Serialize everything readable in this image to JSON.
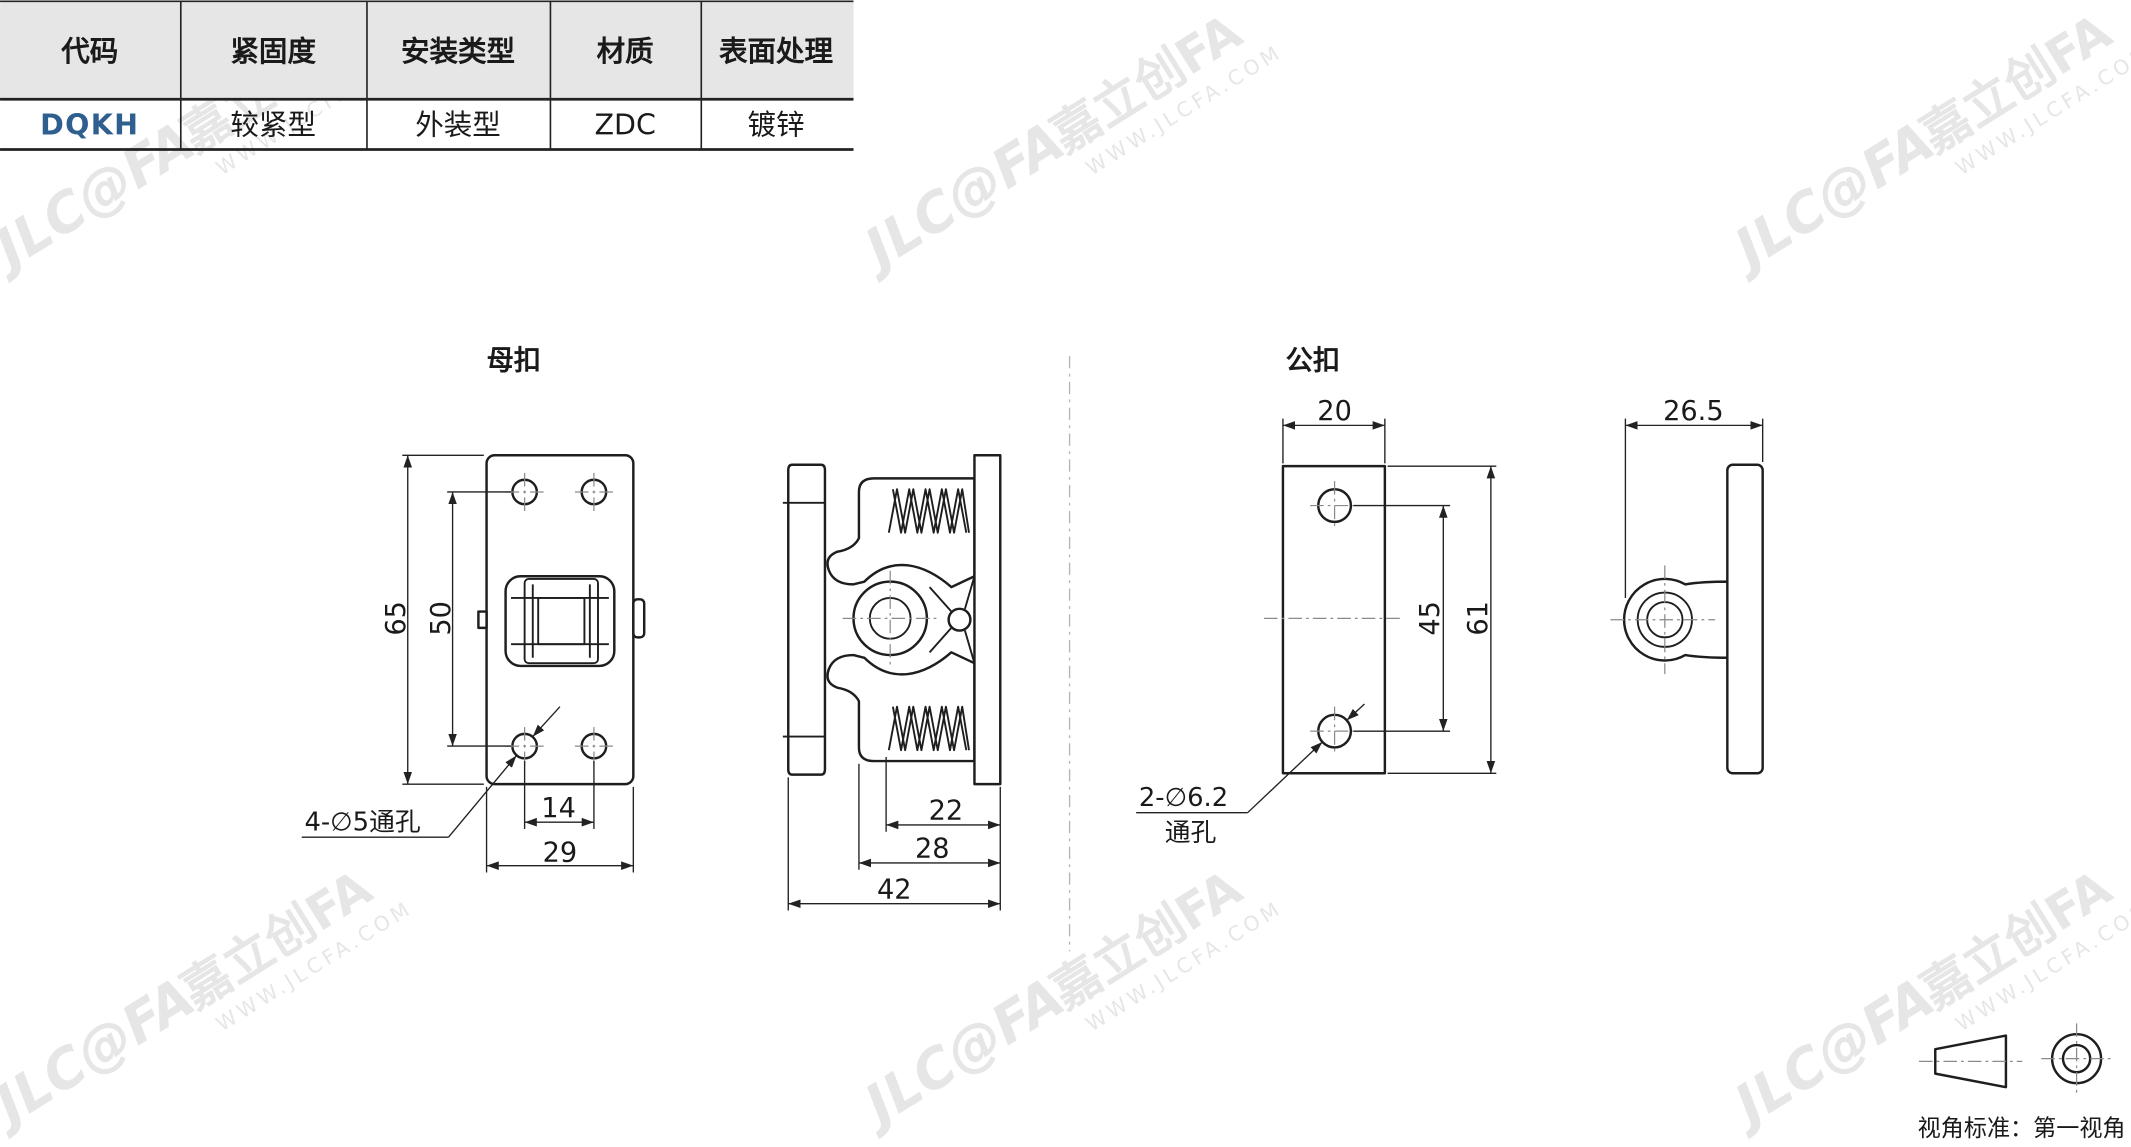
{
  "table": {
    "headers": [
      "代码",
      "紧固度",
      "安装类型",
      "材质",
      "表面处理"
    ],
    "rows": [
      [
        "DQKH",
        "较紧型",
        "外装型",
        "ZDC",
        "镀锌"
      ]
    ]
  },
  "views": {
    "female": {
      "title": "母扣",
      "dims": {
        "height": "65",
        "hole_pitch_v": "50",
        "hole_pitch_h": "14",
        "width": "29",
        "holes": "4-∅5通孔",
        "spring_depth": "22",
        "jaw_depth": "28",
        "total_depth": "42"
      }
    },
    "male": {
      "title": "公扣",
      "dims": {
        "width": "20",
        "side_width": "26.5",
        "hole_pitch": "45",
        "height": "61",
        "holes": "2-∅6.2",
        "holes_note": "通孔"
      }
    }
  },
  "projection": {
    "label": "视角标准：第一视角"
  },
  "watermark": {
    "logo": "JLC@FA",
    "brand": "嘉立创FA",
    "url": "WWW.JLCFA.COM"
  },
  "colors": {
    "line": "#1e1e1e",
    "header_bg": "#e6e6e6",
    "code_text": "#2f5f8f",
    "watermark": "#e6e6e6",
    "center_line": "#8a8a8a"
  }
}
